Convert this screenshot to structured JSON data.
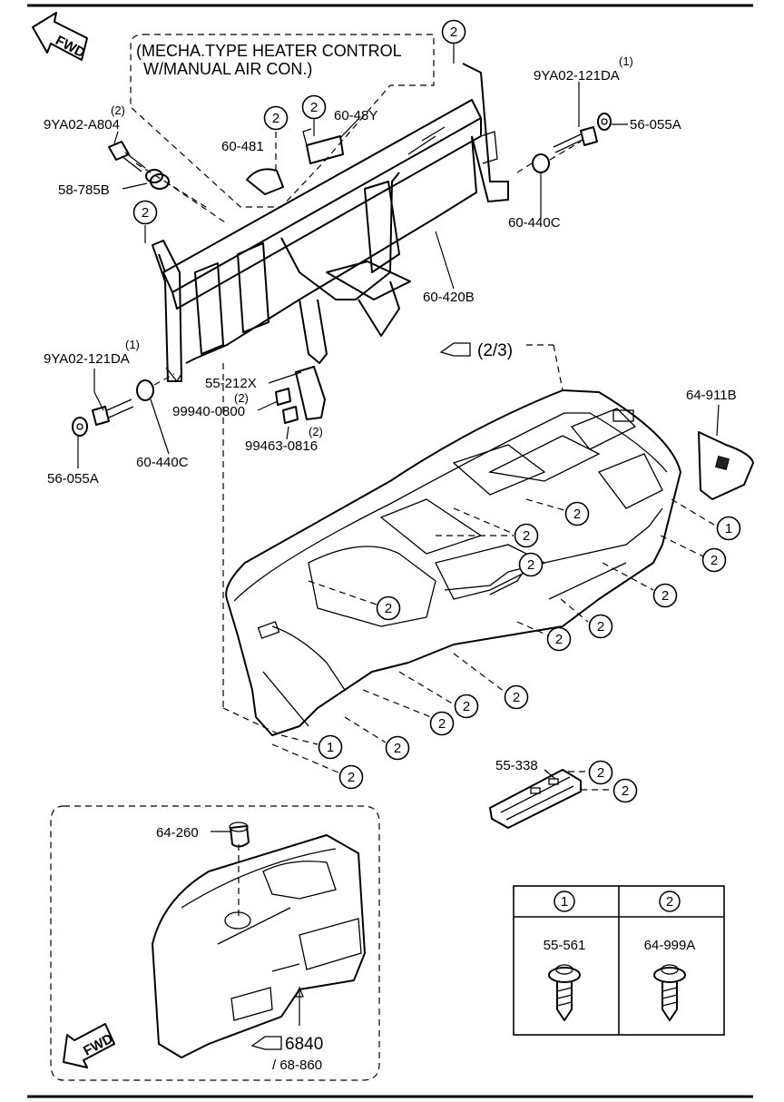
{
  "note": {
    "line1": "(MECHA.TYPE HEATER CONTROL",
    "line2": "W/MANUAL AIR CON.)"
  },
  "fwd_label": "FWD",
  "parts": {
    "bolt_top_left": {
      "code": "9YA02-A804",
      "qty": "(2)"
    },
    "bushing_left": {
      "code": "58-785B"
    },
    "clip_60_481": {
      "code": "60-481"
    },
    "clip_60_48y": {
      "code": "60-48Y"
    },
    "bolt_top_right": {
      "code": "9YA02-121DA",
      "qty": "(1)"
    },
    "nut_top_right": {
      "code": "56-055A"
    },
    "spacer_right": {
      "code": "60-440C"
    },
    "member": {
      "code": "60-420B"
    },
    "bolt_left": {
      "code": "9YA02-121DA",
      "qty": "(1)"
    },
    "spacer_left": {
      "code": "60-440C"
    },
    "nut_left": {
      "code": "56-055A"
    },
    "bracket": {
      "code": "55-212X"
    },
    "bolt_99940": {
      "code": "99940-0800",
      "qty": "(2)"
    },
    "bolt_99463": {
      "code": "99463-0816",
      "qty": "(2)"
    },
    "side_cover": {
      "code": "64-911B"
    },
    "lower_panel": {
      "code": "55-338"
    },
    "knob": {
      "code": "64-260"
    }
  },
  "refs": {
    "dashboard_ref": "(2/3)",
    "trim_ref": "6840",
    "trim_sub": "/ 68-860"
  },
  "circles": {
    "one": "1",
    "two": "2"
  },
  "legend": {
    "headers": [
      "1",
      "2"
    ],
    "parts": [
      "55-561",
      "64-999A"
    ]
  }
}
